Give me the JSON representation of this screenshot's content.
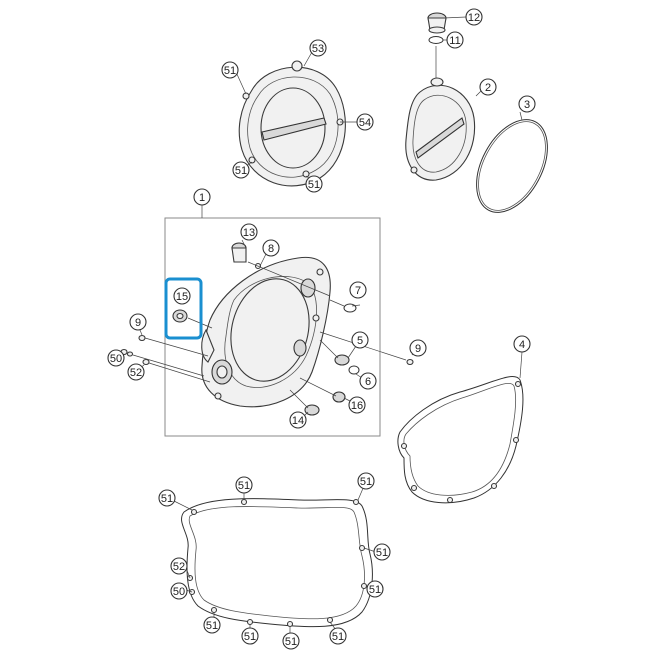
{
  "callouts": [
    {
      "id": "c12",
      "label": "12"
    },
    {
      "id": "c11",
      "label": "11"
    },
    {
      "id": "c53",
      "label": "53"
    },
    {
      "id": "c51a",
      "label": "51"
    },
    {
      "id": "c2",
      "label": "2"
    },
    {
      "id": "c3",
      "label": "3"
    },
    {
      "id": "c54",
      "label": "54"
    },
    {
      "id": "c51b",
      "label": "51"
    },
    {
      "id": "c51c",
      "label": "51"
    },
    {
      "id": "c1",
      "label": "1"
    },
    {
      "id": "c13",
      "label": "13"
    },
    {
      "id": "c8",
      "label": "8"
    },
    {
      "id": "c15",
      "label": "15"
    },
    {
      "id": "c7",
      "label": "7"
    },
    {
      "id": "c9a",
      "label": "9"
    },
    {
      "id": "c4",
      "label": "4"
    },
    {
      "id": "c9b",
      "label": "9"
    },
    {
      "id": "c5",
      "label": "5"
    },
    {
      "id": "c50a",
      "label": "50"
    },
    {
      "id": "c52a",
      "label": "52"
    },
    {
      "id": "c6",
      "label": "6"
    },
    {
      "id": "c16",
      "label": "16"
    },
    {
      "id": "c14",
      "label": "14"
    },
    {
      "id": "c51d",
      "label": "51"
    },
    {
      "id": "c51e",
      "label": "51"
    },
    {
      "id": "c51f",
      "label": "51"
    },
    {
      "id": "c51g",
      "label": "51"
    },
    {
      "id": "c51h",
      "label": "51"
    },
    {
      "id": "c52b",
      "label": "52"
    },
    {
      "id": "c50b",
      "label": "50"
    },
    {
      "id": "c51i",
      "label": "51"
    },
    {
      "id": "c51j",
      "label": "51"
    },
    {
      "id": "c51k",
      "label": "51"
    },
    {
      "id": "c51l",
      "label": "51"
    },
    {
      "id": "c51m",
      "label": "51"
    }
  ],
  "highlight": {
    "color": "#1a8fd0"
  }
}
